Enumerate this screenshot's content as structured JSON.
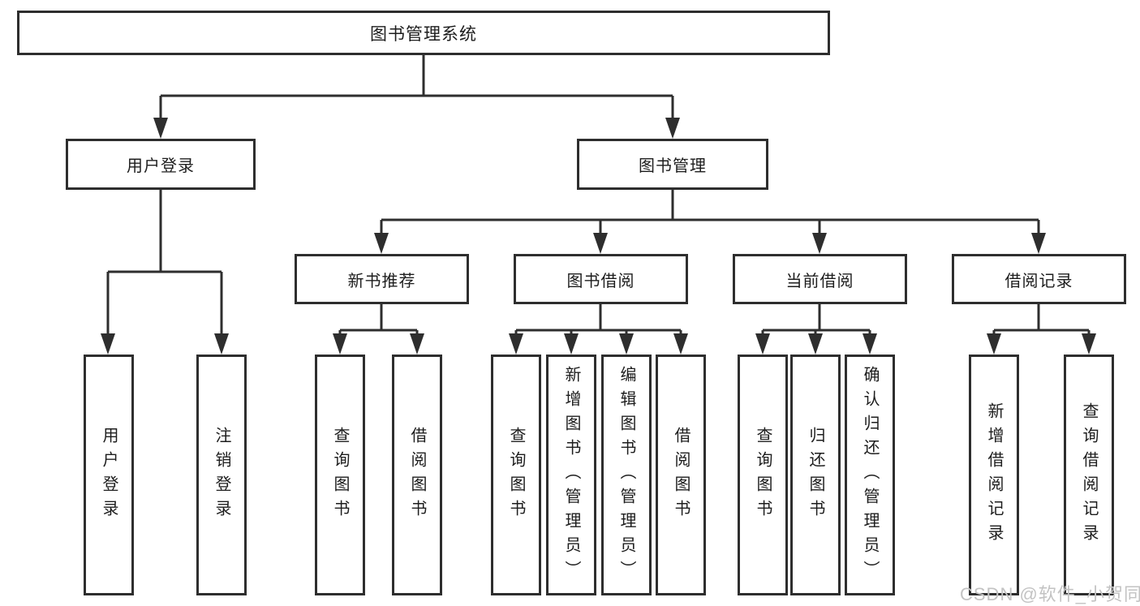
{
  "tree": {
    "root": "图书管理系统",
    "user_login": {
      "label": "用户登录",
      "leaves": [
        "用户登录",
        "注销登录"
      ]
    },
    "book_management": {
      "label": "图书管理",
      "groups": [
        {
          "label": "新书推荐",
          "leaves": [
            "查询图书",
            "借阅图书"
          ]
        },
        {
          "label": "图书借阅",
          "leaves": [
            "查询图书",
            "新增图书（管理员）",
            "编辑图书（管理员）",
            "借阅图书"
          ]
        },
        {
          "label": "当前借阅",
          "leaves": [
            "查询图书",
            "归还图书",
            "确认归还（管理员）"
          ]
        },
        {
          "label": "借阅记录",
          "leaves": [
            "新增借阅记录",
            "查询借阅记录"
          ]
        }
      ]
    }
  },
  "watermark": "CSDN @软件_小贺同学",
  "colors": {
    "line": "#2e2e2e",
    "text": "#1d1d1d",
    "watermark": "#c3c3c3",
    "background": "#ffffff"
  }
}
